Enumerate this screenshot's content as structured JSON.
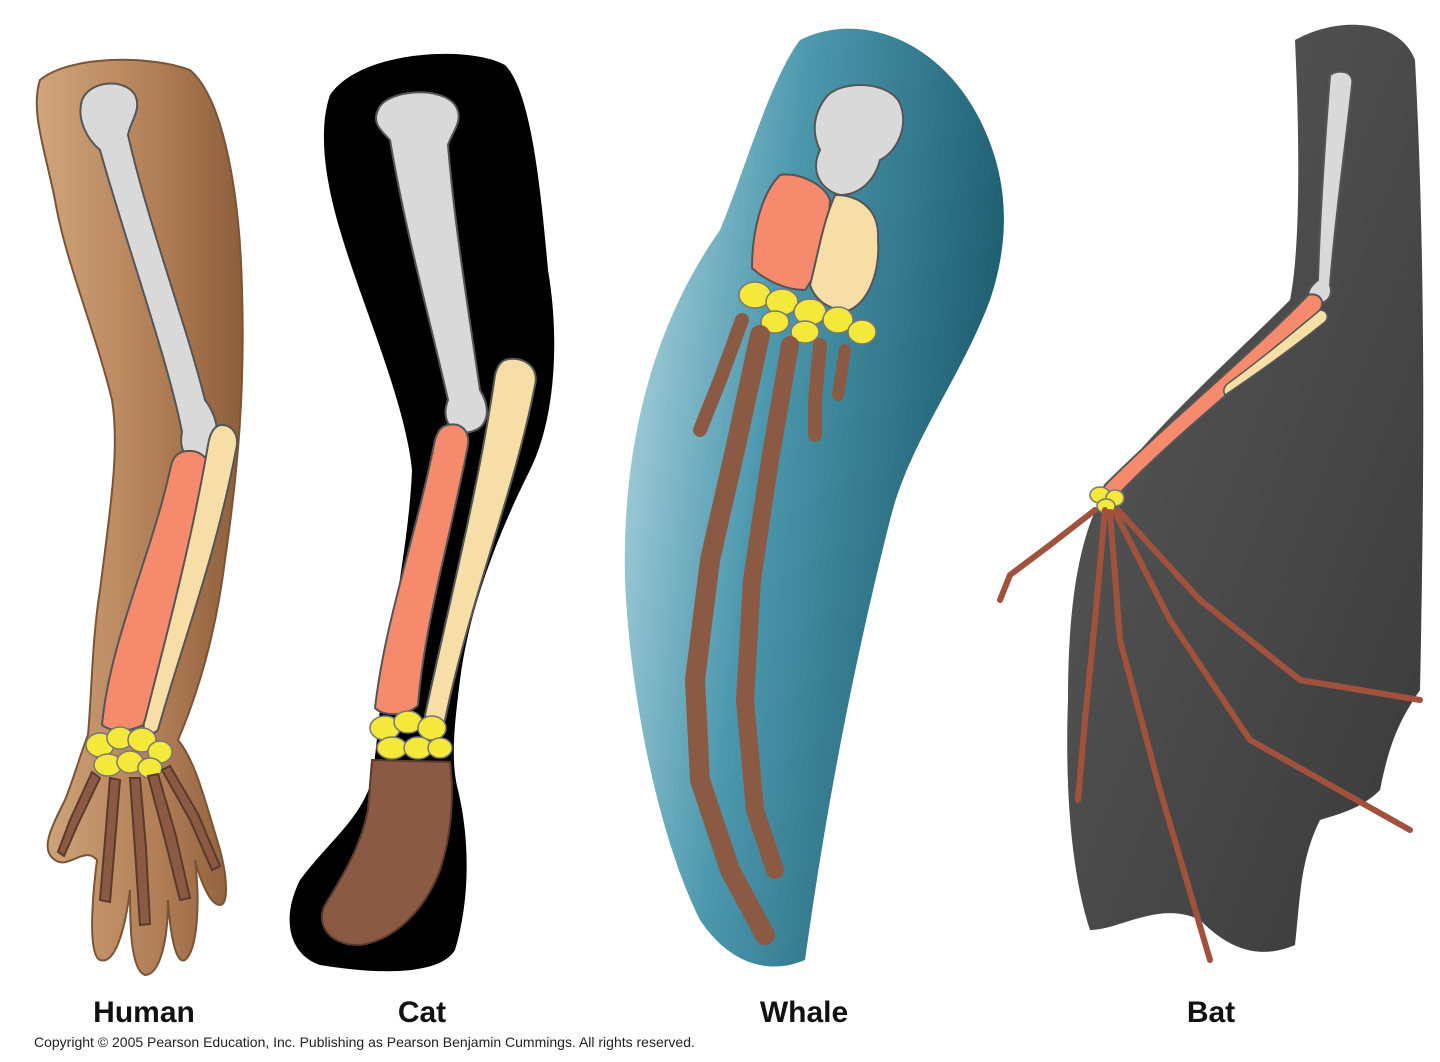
{
  "labels": {
    "human": "Human",
    "cat": "Cat",
    "whale": "Whale",
    "bat": "Bat"
  },
  "copyright": "Copyright © 2005 Pearson Education, Inc. Publishing as Pearson Benjamin Cummings. All rights reserved.",
  "colors": {
    "humerus": "#d9d9d9",
    "radius": "#f58b6c",
    "ulna": "#f7dea6",
    "carpals": "#f4e83a",
    "metacarpals_phalanges": "#8b5a44",
    "human_skin": "#b07d55",
    "cat_fur": "#000000",
    "whale_skin": "#2f7f95",
    "bat_membrane": "#4a4a4a"
  }
}
